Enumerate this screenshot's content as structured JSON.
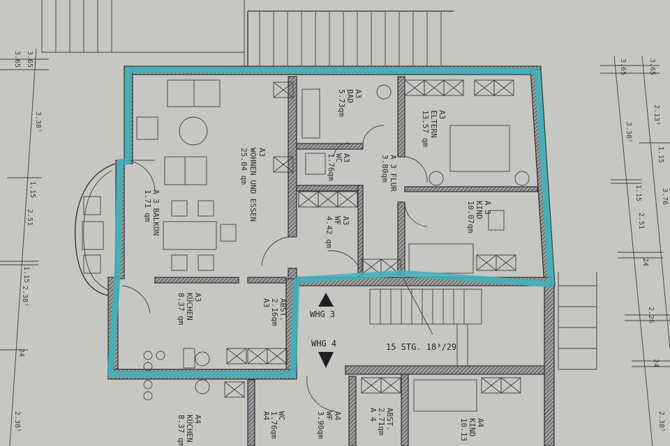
{
  "colors": {
    "paper": "#c6c7c3",
    "ink": "#2b2d2e",
    "highlight": "#3fb3bd"
  },
  "rooms": {
    "wohnen": {
      "unit": "A3",
      "name": "WOHNEN UND ESSEN",
      "area": "25.04 qm"
    },
    "bad": {
      "unit": "A3",
      "name": "BAD",
      "area": "5.73qm"
    },
    "eltern": {
      "unit": "A3",
      "name": "ELTERN",
      "area": "13.57 qm"
    },
    "wc": {
      "unit": "A3",
      "name": "WC",
      "area": "1.76qm"
    },
    "flur": {
      "unit": "A 3",
      "name": "FLUR",
      "area": "3.80qm"
    },
    "wf": {
      "unit": "A3",
      "name": "WF",
      "area": "4.42 qm"
    },
    "balkon": {
      "unit": "A 3",
      "name": "BALKON",
      "area": "1.71 qm"
    },
    "kind": {
      "unit": "A 3",
      "name": "KIND",
      "area": "10.07qm"
    },
    "kuechen": {
      "unit": "A3",
      "name": "KÜCHEN",
      "area": "8.37 qm"
    },
    "abst": {
      "unit": "A3",
      "name": "ABST.",
      "area": "2.16qm"
    },
    "a4_kuechen": {
      "unit": "A4",
      "name": "KÜCHEN",
      "area": "8.37 qm"
    },
    "a4_wc": {
      "unit": "A4",
      "name": "WC",
      "area": "1.76qm"
    },
    "a4_wf": {
      "unit": "A4",
      "name": "WF",
      "area": "3.90qm"
    },
    "a4_abst": {
      "unit": "A 4",
      "name": "ABST.",
      "area": "2.71qm"
    },
    "a4_kind": {
      "unit": "A4",
      "name": "KIND",
      "area": "10.13"
    }
  },
  "markers": {
    "whg3": "WHG 3",
    "whg4": "WHG 4",
    "stairs": "15 STG. 18³/29"
  },
  "dimensions": {
    "left": [
      "3.65",
      "3.65",
      "3.38⁵",
      "1.15",
      "2.51",
      "1.15",
      "2.38⁵",
      "24",
      "2.38⁵"
    ],
    "right_outer": [
      "3.65",
      "3.38⁵",
      "1.15",
      "2.51",
      "24",
      "2.26",
      "24",
      "2.38⁵"
    ],
    "right_inner": [
      "3.65",
      "2.13⁵",
      "1.15",
      "3.76"
    ]
  }
}
